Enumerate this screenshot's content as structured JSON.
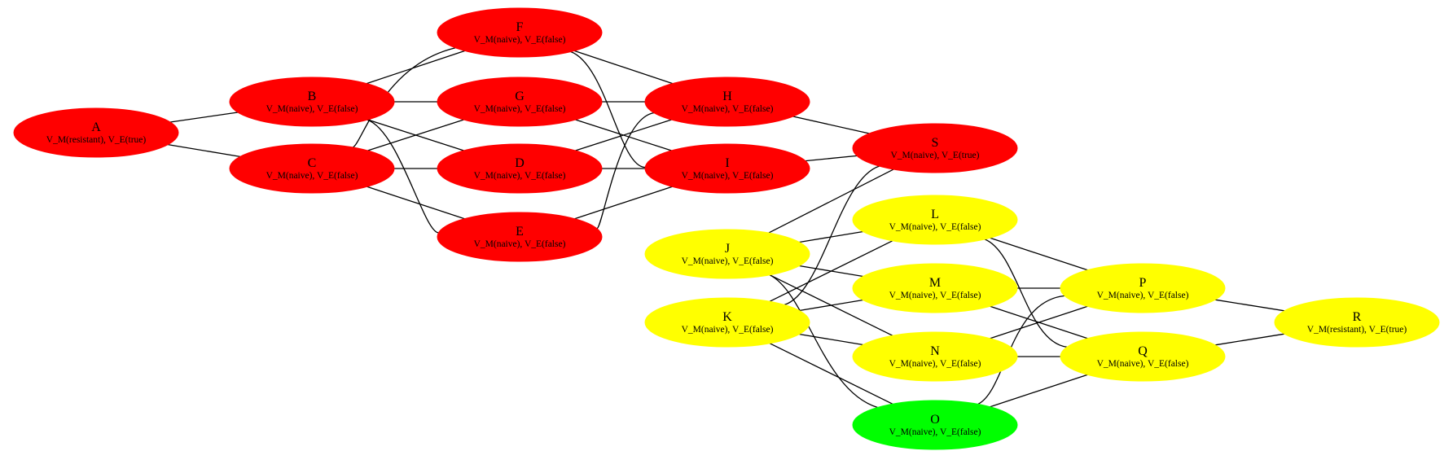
{
  "graph": {
    "colors": {
      "red": "#ff0000",
      "yellow": "#ffff00",
      "green": "#00ff00",
      "edge": "#000000"
    },
    "nodes": [
      {
        "id": "A",
        "label": "A",
        "sub": "V_M(resistant), V_E(true)",
        "color": "red"
      },
      {
        "id": "B",
        "label": "B",
        "sub": "V_M(naive), V_E(false)",
        "color": "red"
      },
      {
        "id": "C",
        "label": "C",
        "sub": "V_M(naive), V_E(false)",
        "color": "red"
      },
      {
        "id": "D",
        "label": "D",
        "sub": "V_M(naive), V_E(false)",
        "color": "red"
      },
      {
        "id": "E",
        "label": "E",
        "sub": "V_M(naive), V_E(false)",
        "color": "red"
      },
      {
        "id": "F",
        "label": "F",
        "sub": "V_M(naive), V_E(false)",
        "color": "red"
      },
      {
        "id": "G",
        "label": "G",
        "sub": "V_M(naive), V_E(false)",
        "color": "red"
      },
      {
        "id": "H",
        "label": "H",
        "sub": "V_M(naive), V_E(false)",
        "color": "red"
      },
      {
        "id": "I",
        "label": "I",
        "sub": "V_M(naive), V_E(false)",
        "color": "red"
      },
      {
        "id": "S",
        "label": "S",
        "sub": "V_M(naive), V_E(true)",
        "color": "red"
      },
      {
        "id": "J",
        "label": "J",
        "sub": "V_M(naive), V_E(false)",
        "color": "yellow"
      },
      {
        "id": "K",
        "label": "K",
        "sub": "V_M(naive), V_E(false)",
        "color": "yellow"
      },
      {
        "id": "L",
        "label": "L",
        "sub": "V_M(naive), V_E(false)",
        "color": "yellow"
      },
      {
        "id": "M",
        "label": "M",
        "sub": "V_M(naive), V_E(false)",
        "color": "yellow"
      },
      {
        "id": "N",
        "label": "N",
        "sub": "V_M(naive), V_E(false)",
        "color": "yellow"
      },
      {
        "id": "O",
        "label": "O",
        "sub": "V_M(naive), V_E(false)",
        "color": "green"
      },
      {
        "id": "P",
        "label": "P",
        "sub": "V_M(naive), V_E(false)",
        "color": "yellow"
      },
      {
        "id": "Q",
        "label": "Q",
        "sub": "V_M(naive), V_E(false)",
        "color": "yellow"
      },
      {
        "id": "R",
        "label": "R",
        "sub": "V_M(resistant), V_E(true)",
        "color": "yellow"
      }
    ],
    "edges": [
      [
        "A",
        "B"
      ],
      [
        "A",
        "C"
      ],
      [
        "B",
        "F"
      ],
      [
        "B",
        "G"
      ],
      [
        "B",
        "D"
      ],
      [
        "B",
        "E"
      ],
      [
        "C",
        "F"
      ],
      [
        "C",
        "G"
      ],
      [
        "C",
        "D"
      ],
      [
        "C",
        "E"
      ],
      [
        "F",
        "H"
      ],
      [
        "F",
        "I"
      ],
      [
        "G",
        "H"
      ],
      [
        "G",
        "I"
      ],
      [
        "D",
        "H"
      ],
      [
        "D",
        "I"
      ],
      [
        "E",
        "H"
      ],
      [
        "E",
        "I"
      ],
      [
        "H",
        "S"
      ],
      [
        "I",
        "S"
      ],
      [
        "S",
        "J"
      ],
      [
        "S",
        "K"
      ],
      [
        "J",
        "L"
      ],
      [
        "J",
        "M"
      ],
      [
        "J",
        "N"
      ],
      [
        "J",
        "O"
      ],
      [
        "K",
        "L"
      ],
      [
        "K",
        "M"
      ],
      [
        "K",
        "N"
      ],
      [
        "K",
        "O"
      ],
      [
        "L",
        "P"
      ],
      [
        "L",
        "Q"
      ],
      [
        "M",
        "P"
      ],
      [
        "M",
        "Q"
      ],
      [
        "N",
        "P"
      ],
      [
        "N",
        "Q"
      ],
      [
        "O",
        "P"
      ],
      [
        "O",
        "Q"
      ],
      [
        "P",
        "R"
      ],
      [
        "Q",
        "R"
      ]
    ]
  }
}
